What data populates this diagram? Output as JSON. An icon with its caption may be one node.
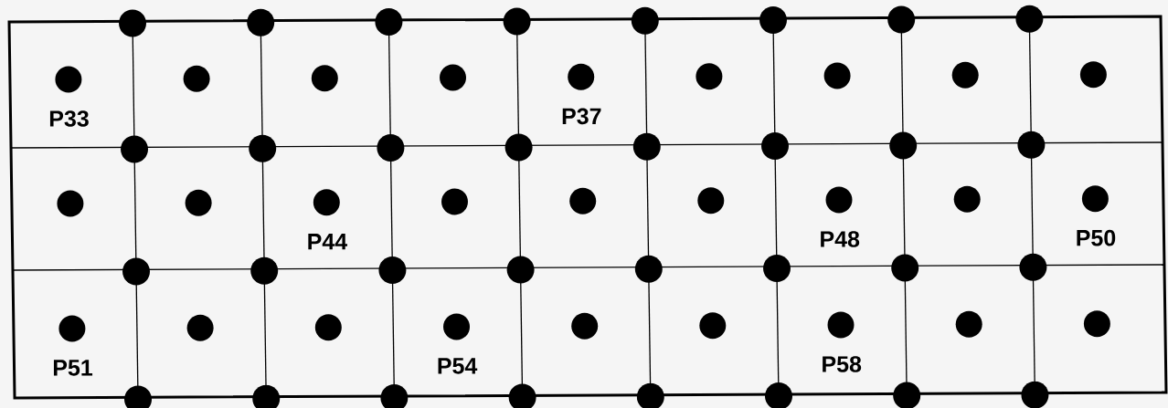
{
  "diagram": {
    "labels": [
      "P33",
      "P37",
      "P44",
      "P48",
      "P50",
      "P51",
      "P54",
      "P58"
    ]
  }
}
